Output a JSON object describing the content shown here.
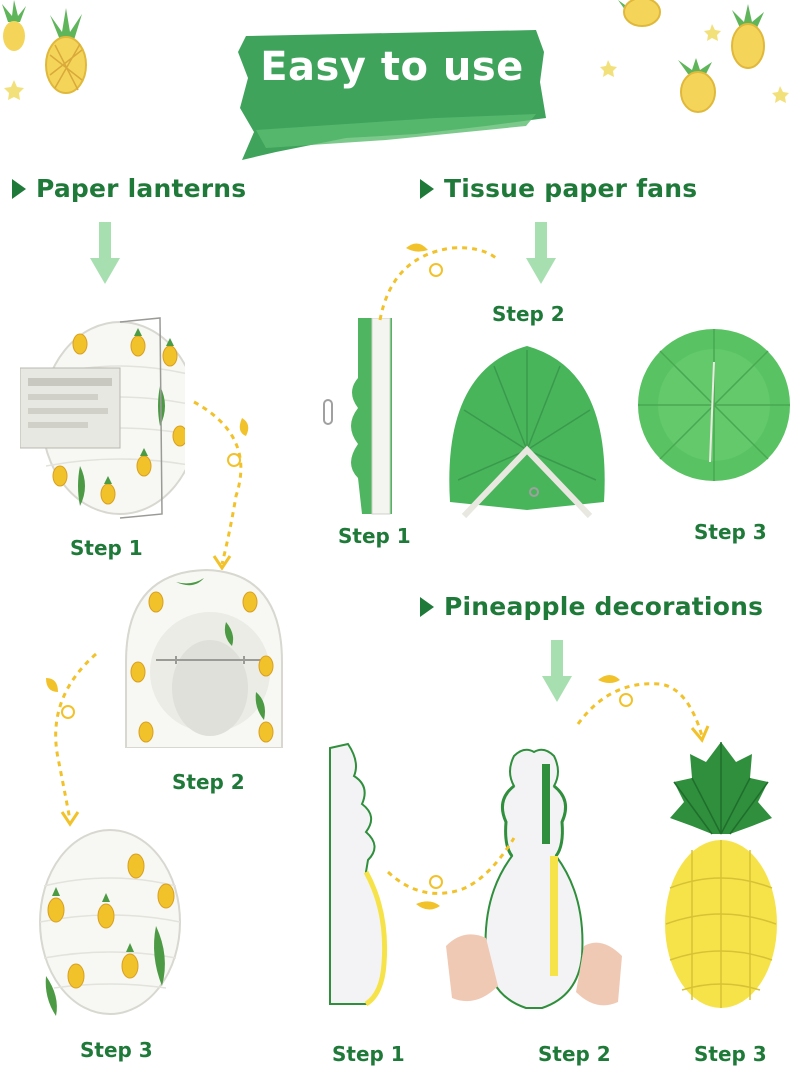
{
  "banner": {
    "title": "Easy to use"
  },
  "sections": {
    "lanterns": {
      "title": "Paper lanterns",
      "steps": [
        "Step 1",
        "Step 2",
        "Step 3"
      ]
    },
    "fans": {
      "title": "Tissue paper fans",
      "steps": [
        "Step 1",
        "Step 2",
        "Step 3"
      ]
    },
    "pineapple": {
      "title": "Pineapple decorations",
      "steps": [
        "Step 1",
        "Step 2",
        "Step 3"
      ]
    }
  },
  "colors": {
    "title_green": "#1f7a3a",
    "banner_green": "#3fa35c",
    "arrow_green": "#a8dfb1",
    "dotted_yellow": "#f2c22b",
    "fan_green": "#46b45a",
    "pineapple_yellow": "#f6e34a",
    "leaf_green": "#2f8f3c"
  },
  "icons": [
    "pineapple-icon",
    "star-icon",
    "down-arrow-icon",
    "dotted-curve-arrow-icon",
    "triangle-bullet-icon"
  ]
}
